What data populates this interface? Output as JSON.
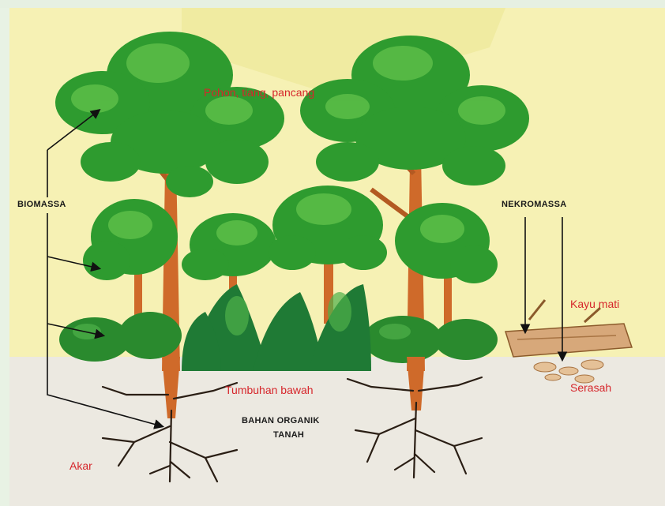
{
  "labels": {
    "pohon": "Pohon, tiang, pancang",
    "biomassa": "BIOMASSA",
    "nekromassa": "NEKROMASSA",
    "kayu_mati": "Kayu mati",
    "serasah": "Serasah",
    "tumbuhan_bawah": "Tumbuhan bawah",
    "bahan_organik_line1": "BAHAN ORGANIK",
    "bahan_organik_line2": "TANAH",
    "akar": "Akar"
  },
  "colors": {
    "sky": "#f6f1b4",
    "soil": "#ece9e1",
    "leaf": "#2e9b2f",
    "leaf_light": "#5fc04a",
    "trunk": "#cf6a2a",
    "root": "#2a1e14",
    "label_red": "#d6262b",
    "label_dark": "#1a1a1a"
  }
}
